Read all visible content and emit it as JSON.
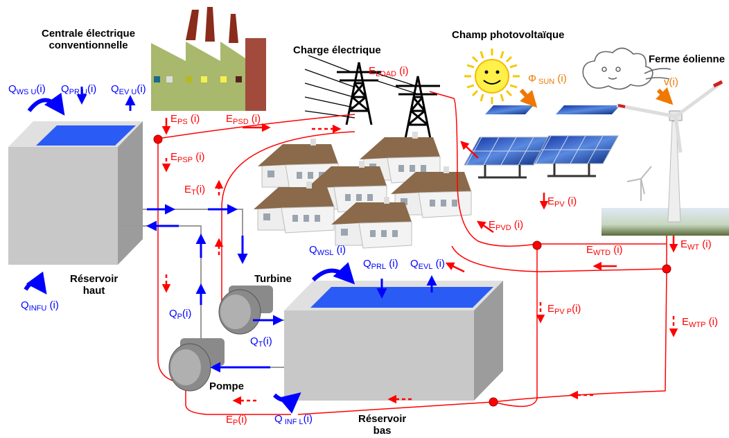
{
  "titles": {
    "plant_line1": "Centrale électrique",
    "plant_line2": "conventionnelle",
    "load": "Charge électrique",
    "pv_field": "Champ photovoltaïque",
    "wind_farm": "Ferme éolienne",
    "upper_res_line1": "Réservoir",
    "upper_res_line2": "haut",
    "turbine": "Turbine",
    "pump": "Pompe",
    "lower_res_line1": "Réservoir",
    "lower_res_line2": "bas"
  },
  "labels": {
    "q_wsu": {
      "main": "Q",
      "sub": "WS U",
      "tail": "(i)"
    },
    "q_pru": {
      "main": "Q",
      "sub": "PR U",
      "tail": "(i)"
    },
    "q_evu": {
      "main": "Q",
      "sub": "EV U",
      "tail": "(i)"
    },
    "q_infu": {
      "main": "Q",
      "sub": "INFU",
      "tail": " (i)"
    },
    "e_ps": {
      "main": "E",
      "sub": "PS",
      "tail": " (i)"
    },
    "e_psd": {
      "main": "E",
      "sub": "PSD",
      "tail": " (i)"
    },
    "e_psp": {
      "main": "E",
      "sub": "PSP",
      "tail": " (i)"
    },
    "e_t": {
      "main": "E",
      "sub": "T",
      "tail": "(i)"
    },
    "e_load": {
      "main": "E",
      "sub": "LOAD",
      "tail": " (i)"
    },
    "phi_sun": {
      "main": "Φ",
      "sub": " SUN",
      "tail": " (i)"
    },
    "v": {
      "main": "v(i)",
      "sub": "",
      "tail": ""
    },
    "e_pv": {
      "main": "E",
      "sub": "PV",
      "tail": " (i)"
    },
    "e_pvd": {
      "main": "E",
      "sub": "PVD",
      "tail": " (i)"
    },
    "e_wtd": {
      "main": "E",
      "sub": "WTD",
      "tail": " (i)"
    },
    "e_wt": {
      "main": "E",
      "sub": "WT",
      "tail": " (i)"
    },
    "e_pvp": {
      "main": "E",
      "sub": "PV P",
      "tail": "(i)"
    },
    "e_wtp": {
      "main": "E",
      "sub": "WTP",
      "tail": " (i)"
    },
    "q_wsl": {
      "main": "Q",
      "sub": "WSL",
      "tail": " (i)"
    },
    "q_prl": {
      "main": "Q",
      "sub": "PRL",
      "tail": " (i)"
    },
    "q_evl": {
      "main": "Q",
      "sub": "EVL",
      "tail": " (i)"
    },
    "q_p": {
      "main": "Q",
      "sub": "P",
      "tail": "(i)"
    },
    "q_t": {
      "main": "Q",
      "sub": "T",
      "tail": "(i)"
    },
    "e_p": {
      "main": "E",
      "sub": "P",
      "tail": "(i)"
    },
    "q_infl": {
      "main": "Q",
      "sub": " INF L",
      "tail": "(i)"
    }
  },
  "colors": {
    "energy": "#ff0000",
    "water": "#0000ff",
    "solar_wind": "#f07800",
    "reservoir_water": "#2a5cf5",
    "reservoir_gray": "#c8c8c8",
    "factory": "#a8b86c"
  }
}
